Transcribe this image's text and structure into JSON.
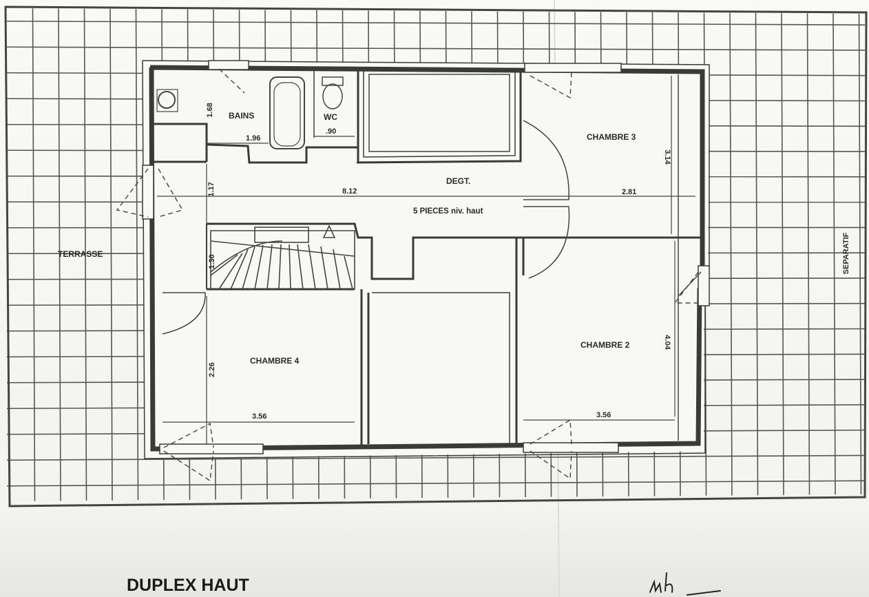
{
  "title": "DUPLEX HAUT",
  "annotation_mark": "initials",
  "rooms": {
    "bains": "BAINS",
    "wc": "WC",
    "chambre3": "CHAMBRE 3",
    "degt": "DEGT.",
    "pieces": "5 PIECES  niv. haut",
    "terrasse": "TERRASSE",
    "chambre4": "CHAMBRE 4",
    "chambre2": "CHAMBRE 2",
    "separatif": "SEPARATIF"
  },
  "dimensions": {
    "bains_width": "1.96",
    "bains_height": "1.68",
    "wc_width": ".90",
    "degt_length": "8.12",
    "degt_width": "1.17",
    "ch3_width": "2.81",
    "ch3_height": "3.14",
    "stair_height": "1.30",
    "ch4_height": "2.26",
    "ch4_width": "3.56",
    "ch2_width": "3.56",
    "ch2_height": "4.04"
  },
  "colors": {
    "paper": "#f8f8f6",
    "line": "#4a4a4a",
    "wall": "#3a3a3a",
    "text": "#2a2a2a"
  }
}
